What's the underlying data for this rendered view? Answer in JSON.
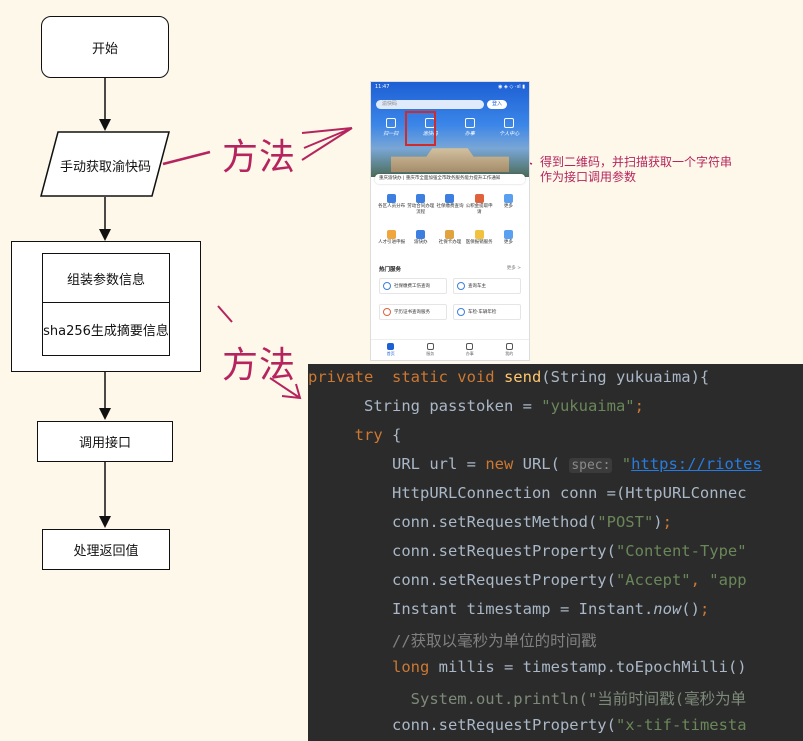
{
  "flowchart": {
    "start": "开始",
    "manual_get": "手动获取渝快码",
    "assemble": "组装参数信息",
    "sha256": "sha256生成摘要信息",
    "call_api": "调用接口",
    "handle_return": "处理返回值"
  },
  "annotations": {
    "method_1": "方法",
    "method_2": "方法",
    "qr_note_line1": "得到二维码，并扫描获取一个字符串",
    "qr_note_line2": "作为接口调用参数"
  },
  "phone": {
    "status_time": "11:47",
    "status_right": "◉ ◈ ◇ ·ııl ▮",
    "search_placeholder": "渝快码",
    "login_button": "登入",
    "top_nav": [
      "扫一扫",
      "渝快码",
      "办事",
      "个人中心"
    ],
    "notice": "重庆渝快办 | 重庆市全面加强全市政务服务能力提升工作通知",
    "services": [
      "各区人员分布",
      "劳动合同办理流程",
      "社保缴费查询",
      "公积金提取申请",
      "更多",
      "人才引进申报",
      "渝快办",
      "社保卡办理",
      "医保报销服务",
      "更多"
    ],
    "section_title": "热门服务",
    "section_more": "更多 >",
    "cards": [
      "社保缴费工伤查询",
      "查询车主",
      "学历证书查询服务",
      "车检·车辆年检"
    ],
    "tabs": [
      "首页",
      "服务",
      "办事",
      "我的"
    ]
  },
  "code_lines": [
    "private  static void send(String yukuaima){",
    "      String passtoken = \"yukuaima\";",
    "     try {",
    "         URL url = new URL( spec: \"https://riotes",
    "         HttpURLConnection conn =(HttpURLConnec",
    "         conn.setRequestMethod(\"POST\");",
    "         conn.setRequestProperty(\"Content-Type\"",
    "         conn.setRequestProperty(\"Accept\", \"app",
    "         Instant timestamp = Instant.now();",
    "         //获取以毫秒为单位的时间戳",
    "         long millis = timestamp.toEpochMilli()",
    "           System.out.println(\"当前时间戳(毫秒为单",
    "         conn.setRequestProperty(\"x-tif-timesta"
  ],
  "colors": {
    "background": "#fdf8e9",
    "accent_annotation": "#b5245e",
    "editor_bg": "#2b2b2b",
    "keyword": "#cc7832",
    "string": "#6a8759",
    "function": "#ffc66d"
  }
}
